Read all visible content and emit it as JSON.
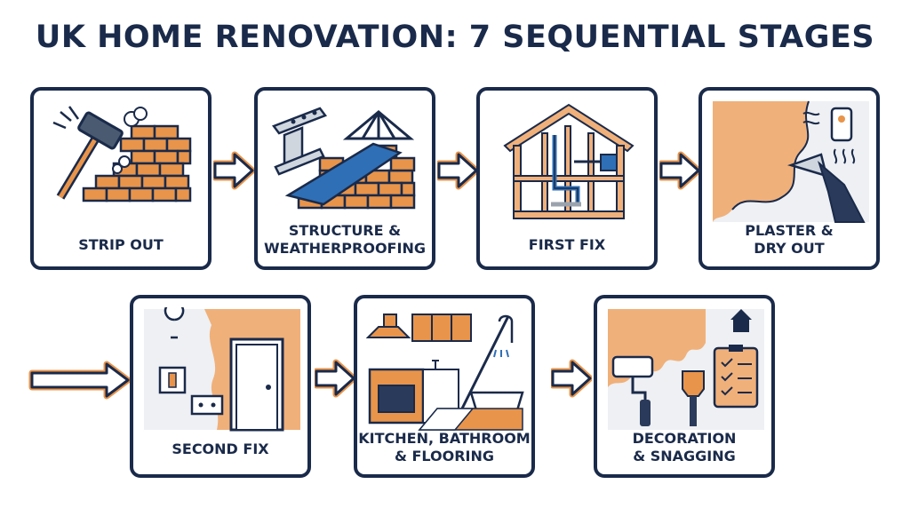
{
  "title": "UK HOME RENOVATION: 7 SEQUENTIAL STAGES",
  "colors": {
    "navy": "#1a2a4a",
    "orange": "#e8944a",
    "peach": "#f0b07a",
    "blue": "#2f6fb5",
    "gray": "#9aa3ad"
  },
  "stages": [
    {
      "label": "STRIP OUT"
    },
    {
      "label": "STRUCTURE &\nWEATHERPROOFING"
    },
    {
      "label": "FIRST FIX"
    },
    {
      "label": "PLASTER &\nDRY OUT"
    },
    {
      "label": "SECOND FIX"
    },
    {
      "label": "KITCHEN, BATHROOM\n& FLOORING"
    },
    {
      "label": "DECORATION\n& SNAGGING"
    }
  ],
  "icons": [
    "hammer-brick-icon",
    "steel-roof-icon",
    "timber-frame-icon",
    "plaster-trowel-icon",
    "door-switch-icon",
    "kitchen-bath-icon",
    "roller-brush-icon"
  ]
}
